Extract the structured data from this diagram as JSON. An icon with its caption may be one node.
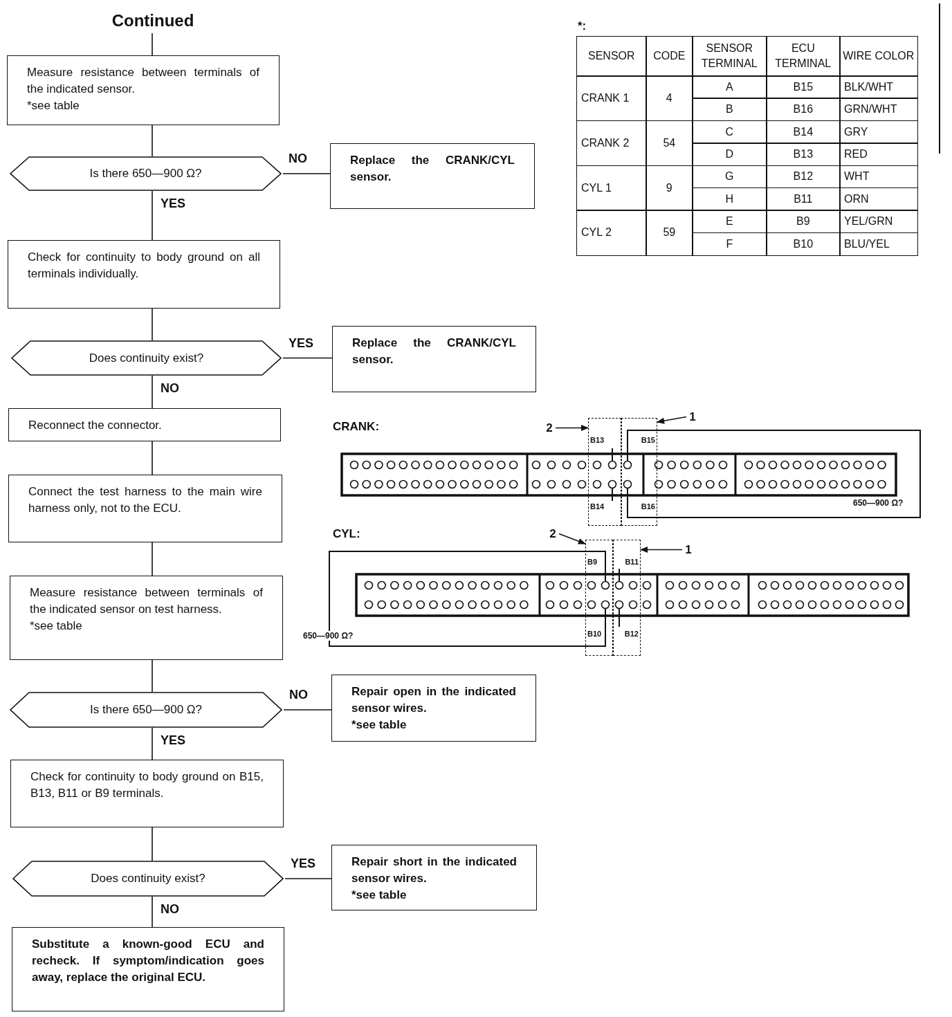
{
  "diagram": {
    "nodes": [
      {
        "text": [
          "Continued"
        ]
      },
      {
        "text": [
          "Measure resistance between terminals of the indicated sensor.",
          "*see table"
        ]
      },
      {
        "text": [
          "Is there 650—900 Ω?"
        ]
      },
      {
        "text": [
          "Replace the CRANK/CYL sensor."
        ]
      },
      {
        "text": [
          "Check for continuity to body ground on all terminals individually."
        ]
      },
      {
        "text": [
          "Does continuity exist?"
        ]
      },
      {
        "text": [
          "Replace the CRANK/CYL sensor."
        ]
      },
      {
        "text": [
          "Reconnect the connector."
        ]
      },
      {
        "text": [
          "Connect the test harness to the main wire harness only, not to the ECU."
        ]
      },
      {
        "text": [
          "Measure resistance between terminals of the indicated sensor on test harness.",
          "*see table"
        ]
      },
      {
        "text": [
          "Is there 650—900 Ω?"
        ]
      },
      {
        "text": [
          "Repair open in the indicated sensor wires.",
          "*see table"
        ]
      },
      {
        "text": [
          "Check for continuity to body ground on B15, B13, B11 or B9 terminals."
        ]
      },
      {
        "text": [
          "Does continuity exist?"
        ]
      },
      {
        "text": [
          "Repair short in the indicated sensor wires.",
          "*see table"
        ]
      },
      {
        "text": [
          "Substitute a known-good ECU and recheck. If symptom/indication goes away, replace the original ECU."
        ]
      },
      {
        "text": [
          "1"
        ]
      },
      {
        "text": [
          "2"
        ]
      },
      {
        "text": [
          "B13",
          "B14"
        ]
      },
      {
        "text": [
          "B15",
          "B16"
        ]
      },
      {
        "text": [
          "2"
        ]
      },
      {
        "text": [
          "1"
        ]
      },
      {
        "text": [
          "B9",
          "B10"
        ]
      },
      {
        "text": [
          "B11",
          "B12"
        ]
      }
    ],
    "edges": [
      {
        "from": 0,
        "to": 1,
        "arrow": "none"
      },
      {
        "from": 1,
        "to": 2,
        "arrow": "none"
      },
      {
        "from": 2,
        "to": 3,
        "arrow": "none",
        "label": "NO"
      },
      {
        "from": 2,
        "to": 4,
        "arrow": "none",
        "label": "YES"
      },
      {
        "from": 4,
        "to": 5,
        "arrow": "none"
      },
      {
        "from": 5,
        "to": 6,
        "arrow": "none",
        "label": "YES"
      },
      {
        "from": 5,
        "to": 7,
        "arrow": "none",
        "label": "NO"
      },
      {
        "from": 7,
        "to": 8,
        "arrow": "none"
      },
      {
        "from": 8,
        "to": 9,
        "arrow": "none"
      },
      {
        "from": 9,
        "to": 10,
        "arrow": "none"
      },
      {
        "from": 10,
        "to": 11,
        "arrow": "none",
        "label": "NO"
      },
      {
        "from": 10,
        "to": 12,
        "arrow": "none",
        "label": "YES"
      },
      {
        "from": 12,
        "to": 13,
        "arrow": "none"
      },
      {
        "from": 13,
        "to": 14,
        "arrow": "none",
        "label": "YES"
      },
      {
        "from": 13,
        "to": 15,
        "arrow": "none",
        "label": "NO"
      },
      {
        "from": 16,
        "to": 19,
        "arrow": "to"
      },
      {
        "from": 17,
        "to": 18,
        "arrow": "to"
      },
      {
        "from": 20,
        "to": 22,
        "arrow": "to"
      },
      {
        "from": 21,
        "to": 23,
        "arrow": "to"
      }
    ],
    "labels": [
      "*:",
      "SENSOR",
      "CODE",
      "SENSOR TERMINAL",
      "ECU TERMINAL",
      "WIRE COLOR",
      "CRANK 1",
      "4",
      "A",
      "B15",
      "BLK/WHT",
      "B",
      "B16",
      "GRN/WHT",
      "CRANK 2",
      "54",
      "C",
      "B14",
      "GRY",
      "D",
      "B13",
      "RED",
      "CYL 1",
      "9",
      "G",
      "B12",
      "WHT",
      "H",
      "B11",
      "ORN",
      "CYL 2",
      "59",
      "E",
      "B9",
      "YEL/GRN",
      "F",
      "B10",
      "BLU/YEL",
      "CRANK:",
      "650—900 Ω?",
      "CYL:",
      "650—900 Ω?"
    ]
  }
}
